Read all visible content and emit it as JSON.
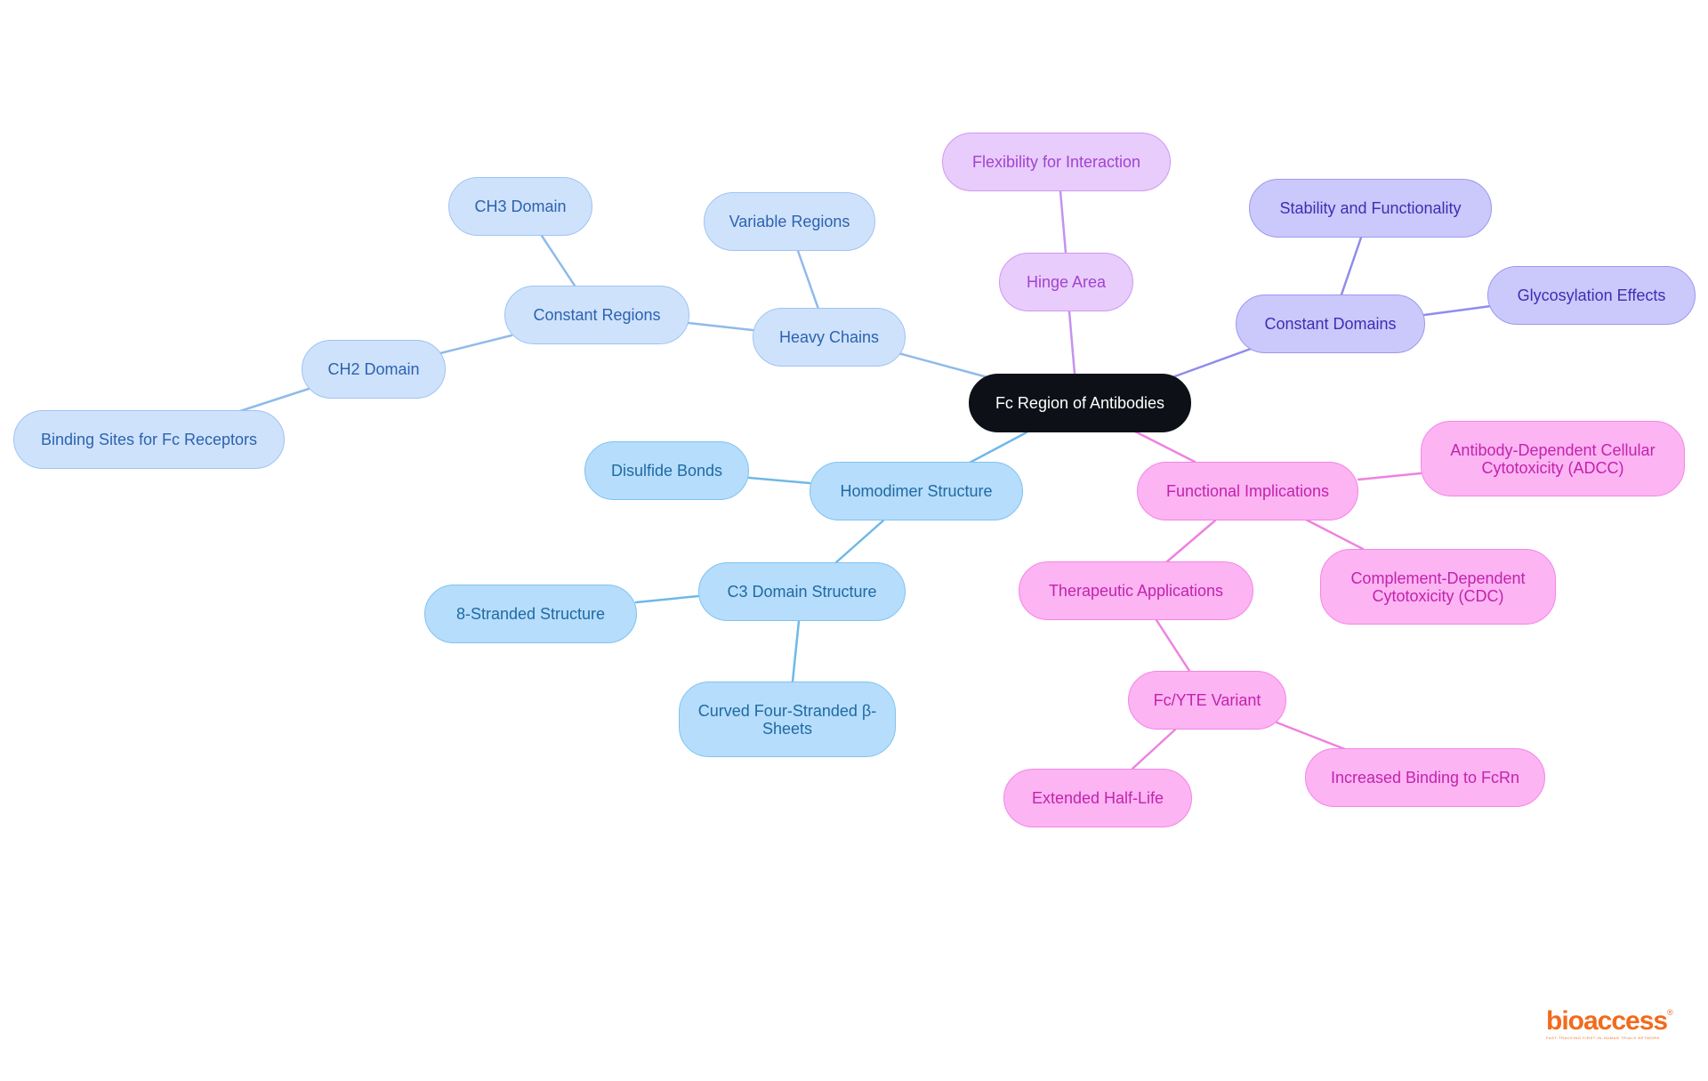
{
  "diagram": {
    "root": "Fc Region of Antibodies",
    "nodes": {
      "heavy_chains": "Heavy Chains",
      "variable_regions": "Variable Regions",
      "constant_regions": "Constant Regions",
      "ch3_domain": "CH3 Domain",
      "ch2_domain": "CH2 Domain",
      "binding_sites": "Binding Sites for Fc Receptors",
      "homodimer_structure": "Homodimer Structure",
      "disulfide_bonds": "Disulfide Bonds",
      "c3_domain_structure": "C3 Domain Structure",
      "eight_stranded": "8-Stranded Structure",
      "curved_sheets": "Curved Four-Stranded β-Sheets",
      "hinge_area": "Hinge Area",
      "flexibility": "Flexibility for Interaction",
      "constant_domains": "Constant Domains",
      "stability": "Stability and Functionality",
      "glycosylation": "Glycosylation Effects",
      "functional_implications": "Functional Implications",
      "adcc": "Antibody-Dependent Cellular Cytotoxicity (ADCC)",
      "cdc": "Complement-Dependent Cytotoxicity (CDC)",
      "therapeutic_applications": "Therapeutic Applications",
      "fc_yte": "Fc/YTE Variant",
      "extended_half_life": "Extended Half-Life",
      "increased_binding": "Increased Binding to FcRn"
    },
    "colors": {
      "heavy_chains_branch": "#8fbbe9",
      "homodimer_branch": "#6fb8e8",
      "hinge_branch": "#c592f0",
      "constant_domains_branch": "#8f8cec",
      "functional_branch": "#ee82df"
    }
  },
  "logo": {
    "brand": "bioaccess",
    "registered": "®",
    "tagline": "FAST-TRACKING FIRST-IN-HUMAN TRIALS NETWORK"
  }
}
